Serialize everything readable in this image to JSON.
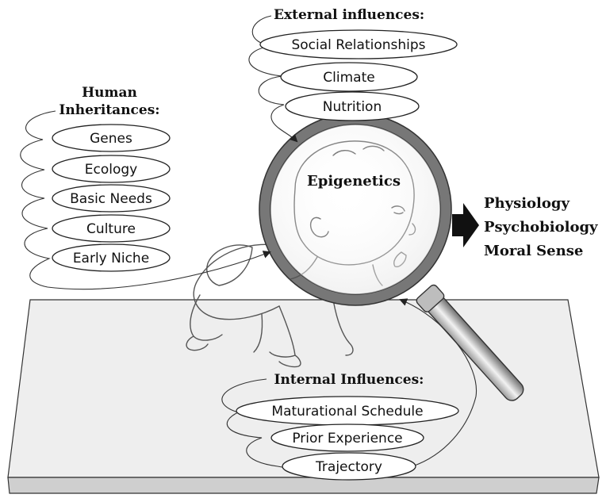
{
  "external": {
    "heading": "External influences:",
    "items": [
      "Social Relationships",
      "Climate",
      "Nutrition"
    ]
  },
  "inheritances": {
    "heading_line1": "Human",
    "heading_line2": "Inheritances:",
    "items": [
      "Genes",
      "Ecology",
      "Basic Needs",
      "Culture",
      "Early Niche"
    ]
  },
  "internal": {
    "heading": "Internal Influences:",
    "items": [
      "Maturational Schedule",
      "Prior Experience",
      "Trajectory"
    ]
  },
  "center": {
    "label": "Epigenetics"
  },
  "outcomes": {
    "items": [
      "Physiology",
      "Psychobiology",
      "Moral Sense"
    ]
  },
  "colors": {
    "ink": "#111111",
    "floor_top": "#eeeeee",
    "floor_front": "#cfcfcf",
    "arrow_fill": "#111111"
  },
  "icons": [
    "magnifying-glass-icon",
    "crawling-baby-illustration",
    "outcome-arrow-icon"
  ]
}
